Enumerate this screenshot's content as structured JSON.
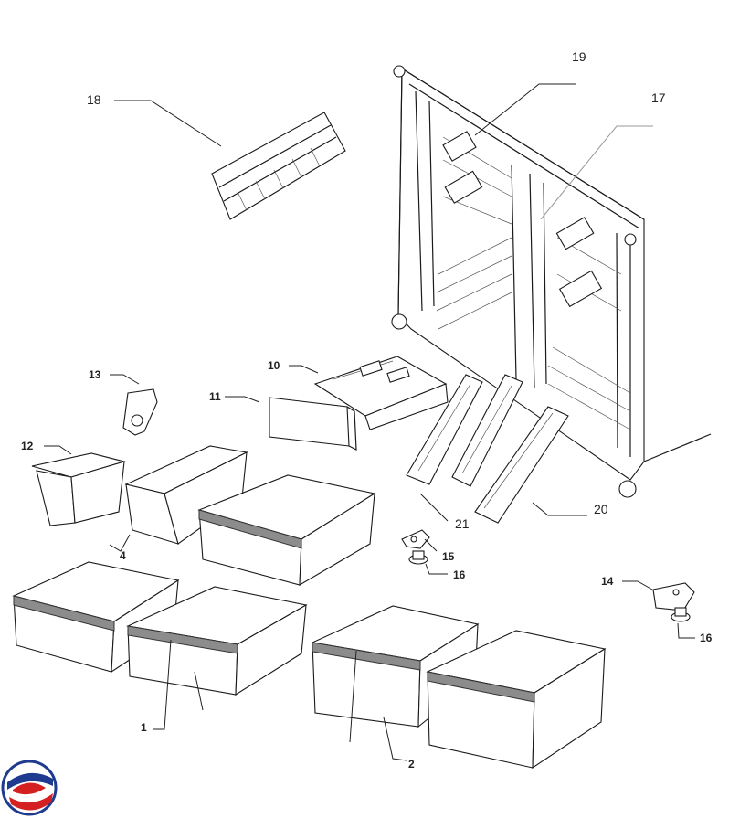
{
  "labels": {
    "l18": "18",
    "l19": "19",
    "l17": "17",
    "l10": "10",
    "l11": "11",
    "l13": "13",
    "l12": "12",
    "l4": "4",
    "l15": "15",
    "l16a": "16",
    "l14": "14",
    "l16b": "16",
    "l20": "20",
    "l21": "21",
    "l1": "1",
    "l2": "2"
  },
  "colors": {
    "line": "#1a1a1a",
    "trim": "#8c8c8c",
    "logo_blue": "#1f3b8f",
    "logo_red": "#d42020"
  }
}
